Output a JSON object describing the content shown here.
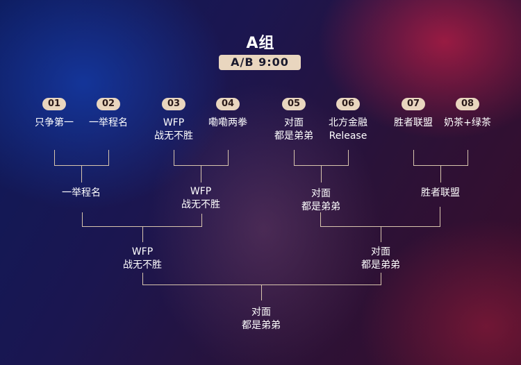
{
  "group_title": "A组",
  "time": "A/B 9:00",
  "seeds": [
    "01",
    "02",
    "03",
    "04",
    "05",
    "06",
    "07",
    "08"
  ],
  "teams": [
    {
      "line1": "只争第一",
      "line2": ""
    },
    {
      "line1": "一举程名",
      "line2": ""
    },
    {
      "line1": "WFP",
      "line2": "战无不胜"
    },
    {
      "line1": "嘞嘞两拳",
      "line2": ""
    },
    {
      "line1": "对面",
      "line2": "都是弟弟"
    },
    {
      "line1": "北方金融",
      "line2": "Release"
    },
    {
      "line1": "胜者联盟",
      "line2": ""
    },
    {
      "line1": "奶茶+绿茶",
      "line2": ""
    }
  ],
  "round2": [
    {
      "line1": "一举程名",
      "line2": ""
    },
    {
      "line1": "WFP",
      "line2": "战无不胜"
    },
    {
      "line1": "对面",
      "line2": "都是弟弟"
    },
    {
      "line1": "胜者联盟",
      "line2": ""
    }
  ],
  "semis": [
    {
      "line1": "WFP",
      "line2": "战无不胜"
    },
    {
      "line1": "对面",
      "line2": "都是弟弟"
    }
  ],
  "champion": {
    "line1": "对面",
    "line2": "都是弟弟"
  },
  "colors": {
    "accent": "#e9d6bf",
    "line": "#d9c6ae"
  }
}
